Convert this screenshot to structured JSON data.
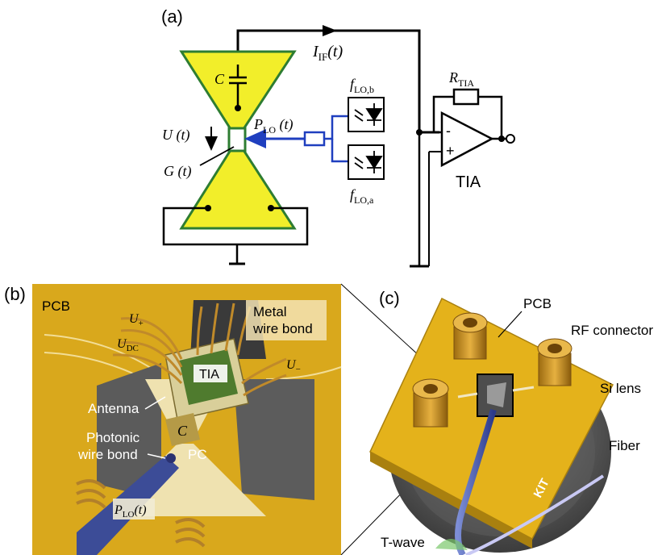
{
  "panel_a": {
    "label": "(a)",
    "current": "I",
    "current_sub": "IF",
    "current_arg": "(t)",
    "capacitor": "C",
    "voltage": "U (t)",
    "conductance": "G (t)",
    "lo_power": "P",
    "lo_power_sub": "LO",
    "lo_power_arg": " (t)",
    "laser_b": "f",
    "laser_b_sub": "LO,b",
    "laser_a": "f",
    "laser_a_sub": "LO,a",
    "resistor": "R",
    "resistor_sub": "TIA",
    "opamp_minus": "-",
    "opamp_plus": "+",
    "opamp_label": "TIA"
  },
  "panel_b": {
    "label": "(b)",
    "pcb": "PCB",
    "u_plus": "U",
    "u_plus_sub": "+",
    "u_dc": "U",
    "u_dc_sub": "DC",
    "u_minus": "U",
    "u_minus_sub": "−",
    "metal_wire_bond_1": "Metal",
    "metal_wire_bond_2": "wire bond",
    "tia": "TIA",
    "antenna": "Antenna",
    "capacitor": "C",
    "photonic_1": "Photonic",
    "photonic_2": "wire bond",
    "pc": "PC",
    "plo": "P",
    "plo_sub": "LO",
    "plo_arg": "(t)"
  },
  "panel_c": {
    "label": "(c)",
    "pcb": "PCB",
    "rf_connector": "RF connector",
    "si_lens": "Si lens",
    "fiber": "Fiber",
    "t_wave": "T-wave",
    "logo": "KIT"
  },
  "colors": {
    "antenna_fill": "#f2ee2a",
    "antenna_stroke": "#2e7d32",
    "lo_wire": "#1f3fbf",
    "pcb_gold": "#e4b21b",
    "fiber_blue": "#3a4fa8"
  }
}
